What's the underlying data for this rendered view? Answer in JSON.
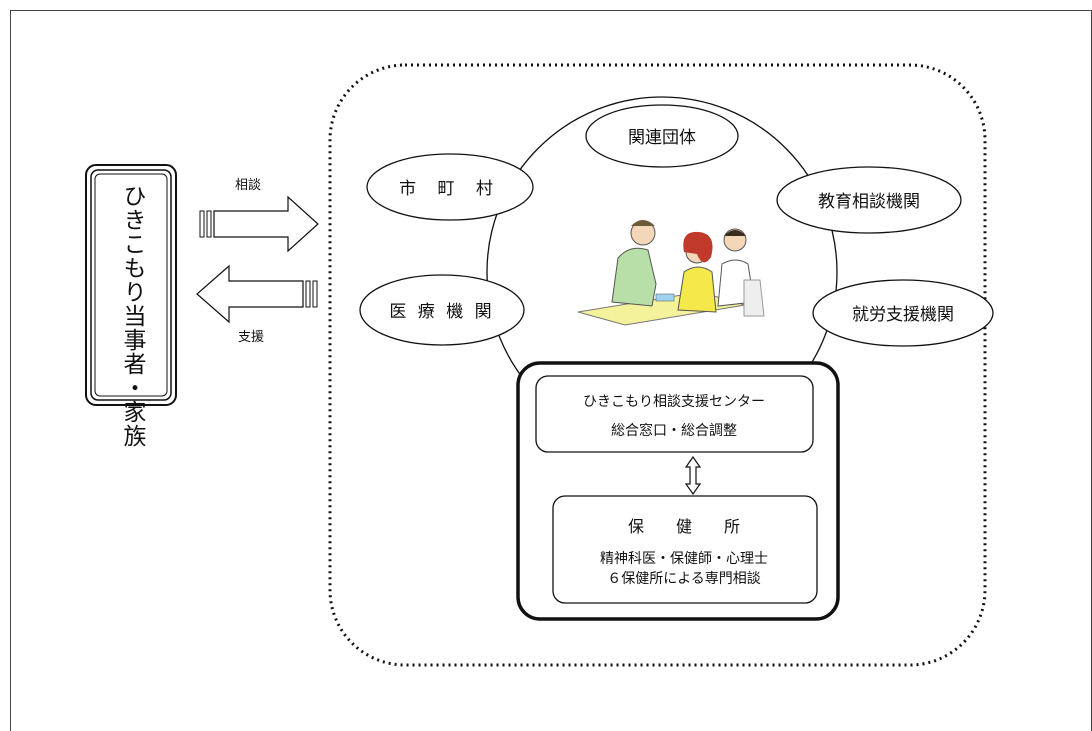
{
  "person_box": {
    "text": "ひきこもり当事者・家族"
  },
  "arrows": {
    "consult_label": "相談",
    "support_label": "支援"
  },
  "nodes": {
    "related_groups": "関連団体",
    "municipality": "市 町 村",
    "education": "教育相談機関",
    "medical": "医 療 機 関",
    "employment": "就労支援機関"
  },
  "center_box": {
    "title": "ひきこもり相談支援センター",
    "subtitle": "総合窓口・総合調整"
  },
  "health_center": {
    "title": "保　　健　　所",
    "line1": "精神科医・保健師・心理士",
    "line2": "６保健所による専門相談"
  },
  "colors": {
    "line": "#111111",
    "background": "#ffffff"
  },
  "illustration": {
    "icon": "family-consultation-illustration"
  }
}
